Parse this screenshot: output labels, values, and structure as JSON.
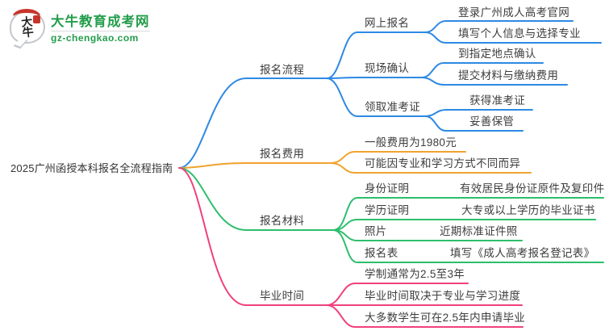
{
  "logo": {
    "mark_text": "大牛",
    "site_name": "大牛教育成考网",
    "site_domain": "gz-chengkao.com"
  },
  "title": "2025广州函授本科报名全流程指南",
  "colors": {
    "blue": "#2e89e4",
    "orange": "#f0a32e",
    "green": "#2dbe6c",
    "pink": "#f0407e",
    "logo-green": "#239d4b",
    "logo-red": "#c8342b"
  },
  "branches": [
    {
      "label": "报名流程",
      "children": [
        {
          "label": "网上报名",
          "children": [
            {
              "label": "登录广州成人高考官网"
            },
            {
              "label": "填写个人信息与选择专业"
            }
          ]
        },
        {
          "label": "现场确认",
          "children": [
            {
              "label": "到指定地点确认"
            },
            {
              "label": "提交材料与缴纳费用"
            }
          ]
        },
        {
          "label": "领取准考证",
          "children": [
            {
              "label": "获得准考证"
            },
            {
              "label": "妥善保管"
            }
          ]
        }
      ]
    },
    {
      "label": "报名费用",
      "children": [
        {
          "label": "一般费用为1980元"
        },
        {
          "label": "可能因专业和学习方式不同而异"
        }
      ]
    },
    {
      "label": "报名材料",
      "children": [
        {
          "label": "身份证明",
          "value": "有效居民身份证原件及复印件"
        },
        {
          "label": "学历证明",
          "value": "大专或以上学历的毕业证书"
        },
        {
          "label": "照片",
          "value": "近期标准证件照"
        },
        {
          "label": "报名表",
          "value": "填写《成人高考报名登记表》"
        }
      ]
    },
    {
      "label": "毕业时间",
      "children": [
        {
          "label": "学制通常为2.5至3年"
        },
        {
          "label": "毕业时间取决于专业与学习进度"
        },
        {
          "label": "大多数学生可在2.5年内申请毕业"
        }
      ]
    }
  ]
}
